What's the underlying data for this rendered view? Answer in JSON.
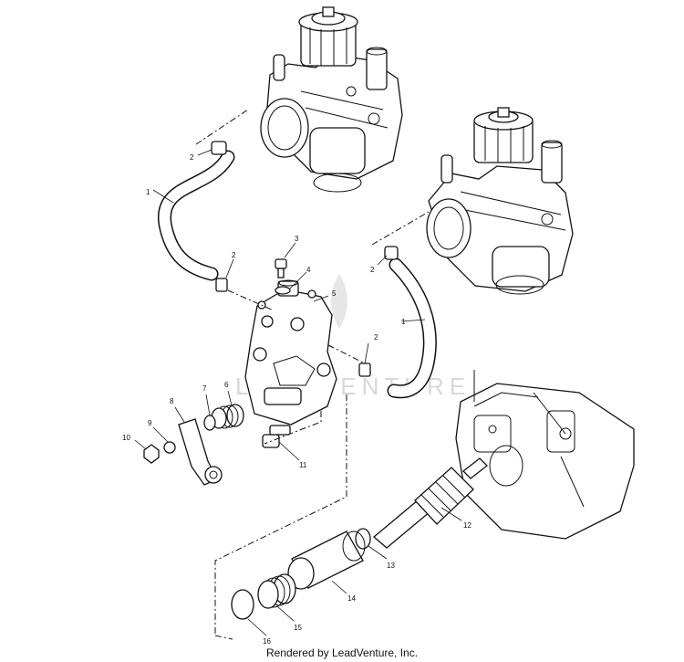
{
  "watermark": "LEADVENTURE",
  "footer": "Rendered by LeadVenture, Inc.",
  "callouts": {
    "c1a": "1",
    "c1b": "1",
    "c2a": "2",
    "c2b": "2",
    "c2c": "2",
    "c2d": "2",
    "c3": "3",
    "c4": "4",
    "c5": "5",
    "c6": "6",
    "c7": "7",
    "c8": "8",
    "c9": "9",
    "c10": "10",
    "c11": "11",
    "c12": "12",
    "c13": "13",
    "c14": "14",
    "c15": "15",
    "c16": "16"
  }
}
